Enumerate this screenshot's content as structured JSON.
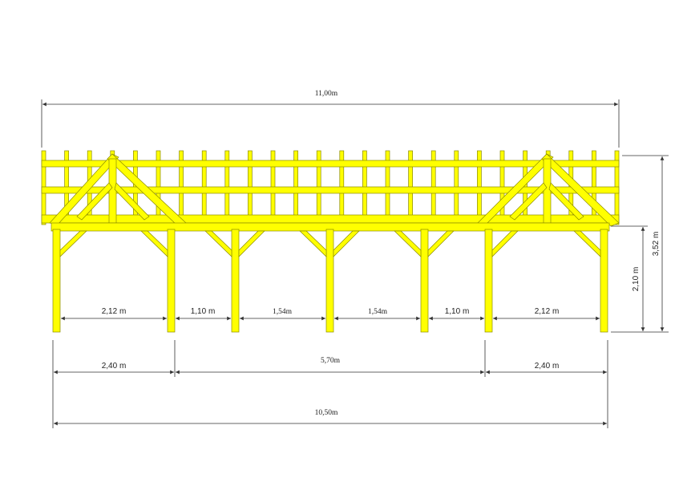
{
  "dimensions": {
    "overall_top": "11,00m",
    "inner_spans": [
      "2,12 m",
      "1,10 m",
      "1,54m",
      "1,54m",
      "1,10 m",
      "2,12 m"
    ],
    "bay_left": "2,40 m",
    "bay_middle": "5,70m",
    "bay_right": "2,40 m",
    "overall_bottom": "10,50m",
    "post_height": "2,10 m",
    "total_height": "3,52 m"
  },
  "colors": {
    "timber": "#ffff00",
    "timber_outline": "#8a8a00",
    "dimension_line": "#333333"
  }
}
